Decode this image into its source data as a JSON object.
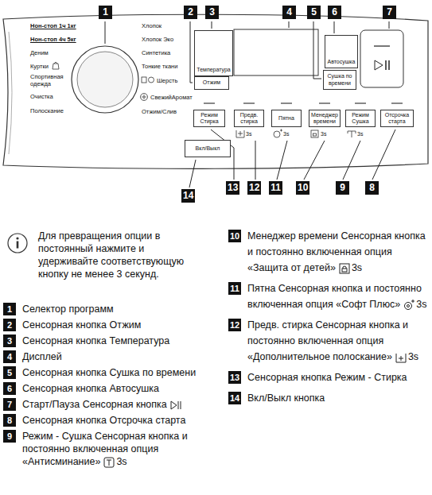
{
  "diagram": {
    "nodes": [
      {
        "text": [
          "Температура"
        ]
      },
      {
        "text": [
          "Отжим"
        ]
      },
      {
        "text": [
          "Автосушка"
        ]
      },
      {
        "text": [
          "Сушка по времени"
        ]
      },
      {
        "text": [
          "Режим Стирка"
        ]
      },
      {
        "text": [
          "Предв. стирка"
        ]
      },
      {
        "text": [
          "Пятна"
        ]
      },
      {
        "text": [
          "Менеджер времени"
        ]
      },
      {
        "text": [
          "Режим Сушка"
        ]
      },
      {
        "text": [
          "Отсрочка старта"
        ]
      },
      {
        "text": [
          "Вкл/Выкл"
        ]
      }
    ],
    "labels": [
      "1",
      "2",
      "3",
      "4",
      "5",
      "6",
      "7",
      "14",
      "13",
      "12",
      "11",
      "10",
      "9",
      "8",
      "Нон-стоп 1ч 1кг",
      "Нон-стоп 4ч 5кг",
      "Деним",
      "Куртки",
      "Спортивная одежда",
      "Очистка",
      "Полоскание",
      "Хлопок",
      "Хлопок Эко",
      "Синтетика",
      "Тонкие ткани",
      "Шерсть",
      "СвежийАромат",
      "Отжим/Слив",
      "3s",
      "3s",
      "3s",
      "3s",
      "Для превращения опции в постоянный нажмите и удерживайте соответствующую кнопку не менее 3 секунд.",
      "1",
      "Селектор программ",
      "2",
      "Сенсорная кнопка Отжим",
      "3",
      "Сенсорная кнопка Температура",
      "4",
      "Дисплей",
      "5",
      "Сенсорная кнопка Сушка по времени",
      "6",
      "Сенсорная кнопка Автосушка",
      "7",
      "Старт/Пауза Сенсорная кнопка",
      "8",
      "Сенсорная кнопка Отсрочка старта",
      "9",
      "Режим - Сушка Сенсорная кнопка и постоянно включенная опция «Антисминание»",
      "3s",
      "10",
      "Менеджер времени Сенсорная кнопка и постоянно включенная опция «Защита от детей»",
      "3s",
      "11",
      "Пятна Сенсорная кнопка и постоянно включенная опция «Софт Плюс»",
      "3s",
      "12",
      "Предв. стирка Сенсорная кнопка и постоянно включенная опция «Дополнительное полоскание»",
      "3s",
      "13",
      "Сенсорная кнопка Режим - Стирка",
      "14",
      "Вкл/Выкл кнопка"
    ]
  }
}
